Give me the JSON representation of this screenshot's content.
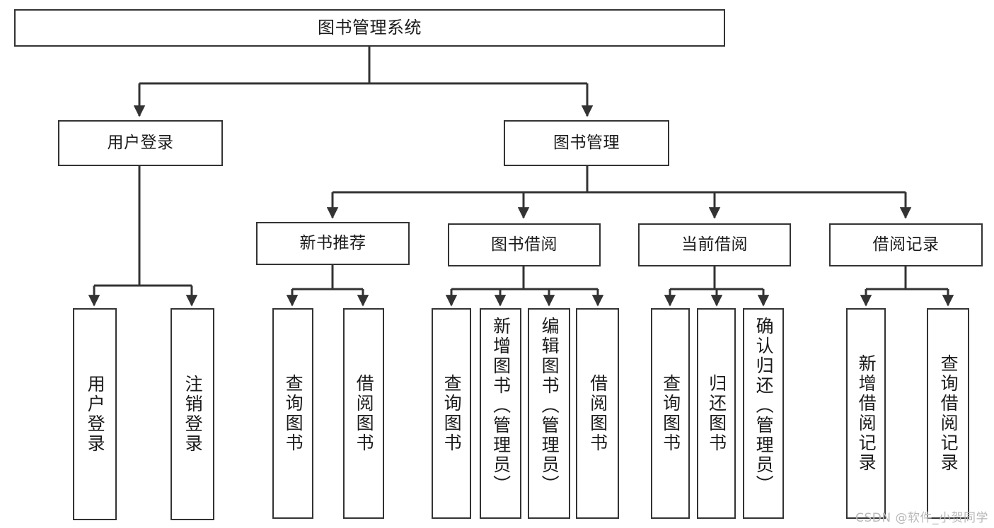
{
  "diagram": {
    "title": "图书管理系统",
    "type": "tree",
    "root": {
      "id": "root",
      "label": "图书管理系统"
    },
    "level2": [
      {
        "id": "user-login",
        "label": "用户登录"
      },
      {
        "id": "book-manage",
        "label": "图书管理"
      }
    ],
    "level3": [
      {
        "id": "new-book-rec",
        "label": "新书推荐",
        "parent": "book-manage"
      },
      {
        "id": "book-borrow",
        "label": "图书借阅",
        "parent": "book-manage"
      },
      {
        "id": "current-borrow",
        "label": "当前借阅",
        "parent": "book-manage"
      },
      {
        "id": "borrow-record",
        "label": "借阅记录",
        "parent": "book-manage"
      }
    ],
    "leaves": [
      {
        "id": "leaf-user-login",
        "label": "用户登录",
        "parent": "user-login"
      },
      {
        "id": "leaf-user-logout",
        "label": "注销登录",
        "parent": "user-login"
      },
      {
        "id": "leaf-query-book-1",
        "label": "查询图书",
        "parent": "new-book-rec"
      },
      {
        "id": "leaf-borrow-book-1",
        "label": "借阅图书",
        "parent": "new-book-rec"
      },
      {
        "id": "leaf-query-book-2",
        "label": "查询图书",
        "parent": "book-borrow"
      },
      {
        "id": "leaf-add-book",
        "label": "新增图书（管理员）",
        "parent": "book-borrow"
      },
      {
        "id": "leaf-edit-book",
        "label": "编辑图书（管理员）",
        "parent": "book-borrow"
      },
      {
        "id": "leaf-borrow-book-2",
        "label": "借阅图书",
        "parent": "book-borrow"
      },
      {
        "id": "leaf-query-book-3",
        "label": "查询图书",
        "parent": "current-borrow"
      },
      {
        "id": "leaf-return-book",
        "label": "归还图书",
        "parent": "current-borrow"
      },
      {
        "id": "leaf-confirm-return",
        "label": "确认归还（管理员）",
        "parent": "current-borrow"
      },
      {
        "id": "leaf-add-record",
        "label": "新增借阅记录",
        "parent": "borrow-record"
      },
      {
        "id": "leaf-query-record",
        "label": "查询借阅记录",
        "parent": "borrow-record"
      }
    ],
    "colors": {
      "box_border": "#333333",
      "box_fill": "#ffffff",
      "connector": "#333333",
      "text": "#1b1b1b",
      "watermark": "#b8b8b8",
      "background": "#ffffff"
    }
  },
  "watermark": {
    "text": "CSDN @软件_小贺同学"
  }
}
